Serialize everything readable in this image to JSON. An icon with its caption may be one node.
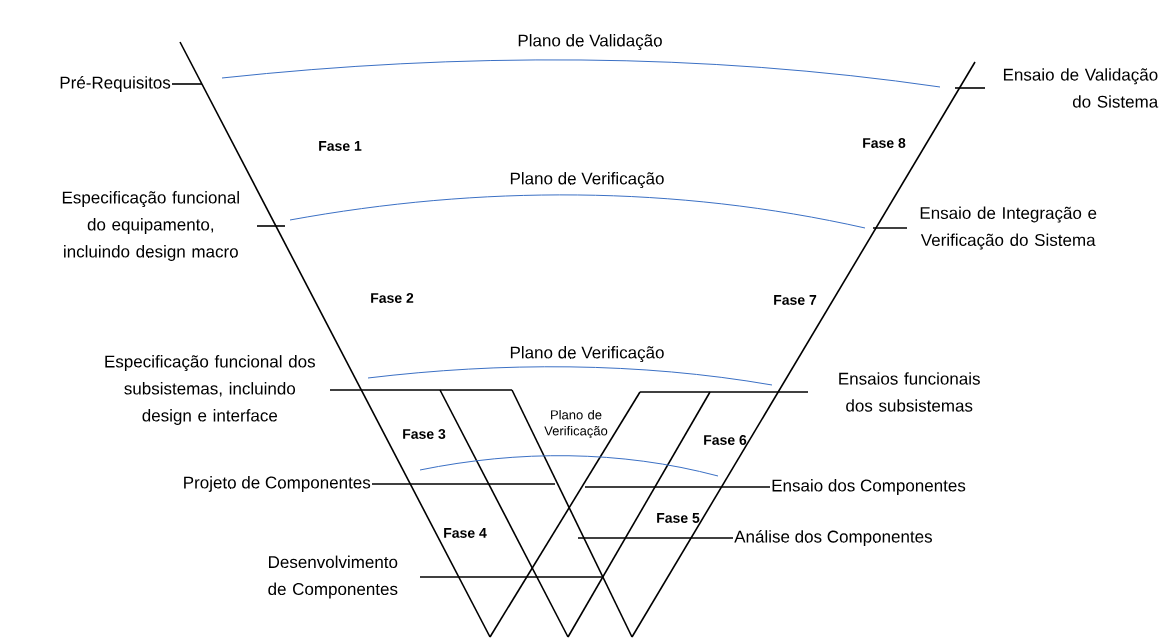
{
  "diagram": {
    "nodes": [
      {
        "text": [
          "Pré-Requisitos"
        ]
      },
      {
        "text": [
          "Ensaio de Validação do Sistema"
        ]
      },
      {
        "text": [
          "Especificação funcional do equipamento, incluindo design macro"
        ]
      },
      {
        "text": [
          "Ensaio de Integração e Verificação do Sistema"
        ]
      },
      {
        "text": [
          "Especificação funcional dos subsistemas, incluindo design e interface"
        ]
      },
      {
        "text": [
          "Ensaios funcionais dos subsistemas"
        ]
      },
      {
        "text": [
          "Projeto de Componentes"
        ]
      },
      {
        "text": [
          "Ensaio dos Componentes"
        ]
      },
      {
        "text": [
          "Análise dos Componentes"
        ]
      },
      {
        "text": [
          "Desenvolvimento de Componentes"
        ]
      }
    ],
    "edges": [
      {
        "from": 0,
        "to": null,
        "arrow": "none"
      },
      {
        "from": 1,
        "to": null,
        "arrow": "none"
      },
      {
        "from": 2,
        "to": null,
        "arrow": "none"
      },
      {
        "from": 3,
        "to": null,
        "arrow": "none"
      },
      {
        "from": 4,
        "to": null,
        "arrow": "none"
      },
      {
        "from": 5,
        "to": null,
        "arrow": "none"
      },
      {
        "from": 6,
        "to": null,
        "arrow": "none"
      },
      {
        "from": 7,
        "to": null,
        "arrow": "none"
      },
      {
        "from": 8,
        "to": null,
        "arrow": "none"
      },
      {
        "from": 9,
        "to": null,
        "arrow": "none"
      }
    ],
    "labels": [
      "Plano de Validação",
      "Fase 1",
      "Fase 8",
      "Plano de Verificação",
      "Fase 2",
      "Fase 7",
      "Plano de Verificação",
      "Plano de Verificação",
      "Fase 3",
      "Fase 6",
      "Fase 5",
      "Fase 4"
    ]
  }
}
